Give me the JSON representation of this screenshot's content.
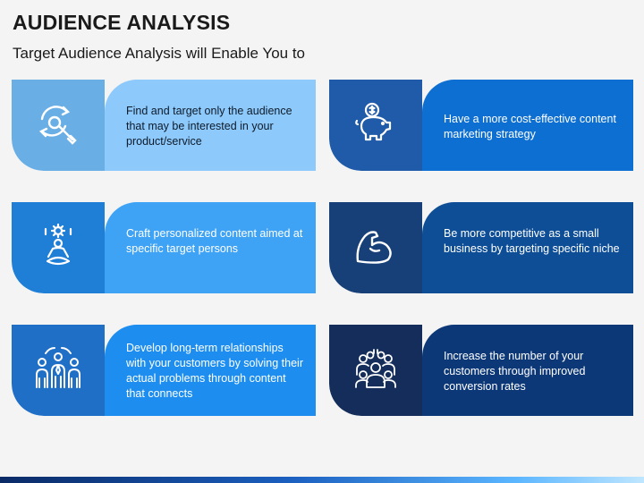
{
  "header": {
    "title": "AUDIENCE ANALYSIS",
    "subtitle": "Target Audience Analysis will Enable You to"
  },
  "cards": [
    {
      "text": "Find and target only the audience that may be interested in your product/service",
      "icon": "search-refresh-icon",
      "colors": {
        "icon_bg": "#6aaee6",
        "panel": "#8ec9fb",
        "text": "#0d1b2a"
      }
    },
    {
      "text": "Have a more cost-effective content marketing strategy",
      "icon": "piggy-bank-icon",
      "colors": {
        "icon_bg": "#1f5ba8",
        "panel": "#0d6fd1",
        "text": "#ffffff"
      }
    },
    {
      "text": "Craft personalized content aimed at specific target persons",
      "icon": "meditation-person-icon",
      "colors": {
        "icon_bg": "#1f7ed6",
        "panel": "#3ea2f5",
        "text": "#ffffff"
      }
    },
    {
      "text": "Be more competitive as a small business by targeting specific niche",
      "icon": "flexed-arm-icon",
      "colors": {
        "icon_bg": "#173f78",
        "panel": "#0e4e96",
        "text": "#ffffff"
      }
    },
    {
      "text": "Develop long-term relationships with your customers by solving their actual problems through content that connects",
      "icon": "team-relationship-icon",
      "colors": {
        "icon_bg": "#1f6fc7",
        "panel": "#1d8ef0",
        "text": "#ffffff"
      }
    },
    {
      "text": "Increase the number of your customers through improved conversion rates",
      "icon": "customer-group-icon",
      "colors": {
        "icon_bg": "#142d5a",
        "panel": "#0d3877",
        "text": "#ffffff"
      }
    }
  ]
}
